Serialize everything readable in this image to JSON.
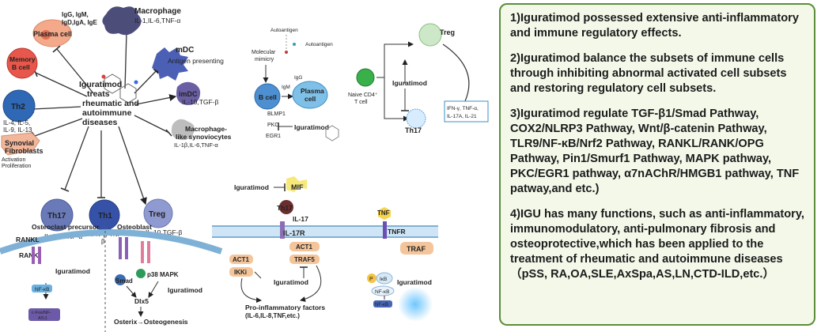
{
  "panel_a": {
    "center": [
      "Iguratimod",
      "treats",
      "rheumatic and",
      "autoimmune",
      "diseases"
    ],
    "plasma_ig": [
      "IgG, IgM,",
      "IgD,IgA, IgE"
    ],
    "plasma_cell": "Plasma cell",
    "memory_b": [
      "Memory",
      "B cell"
    ],
    "th2": "Th2",
    "th2_cytokines": [
      "IL-4, IL-5,",
      "IL-9, IL-13"
    ],
    "synovial": [
      "Synovial",
      "Fibroblasts"
    ],
    "synovial_effects": [
      "Activation",
      "Proliferation"
    ],
    "th17": "Th17",
    "th17_cytokines": "IL-17, TNF-α",
    "th1": "Th1",
    "th1_cytokines": [
      "IFN-γ, TNF-",
      "β"
    ],
    "treg": "Treg",
    "treg_cytokines": "IL-10,TGF-β",
    "macrophage": "Macrophage",
    "macrophage_cytokines": "IL-1,IL-6,TNF-α",
    "mdc": "mDC",
    "mdc_function": "Antigen presenting",
    "imdc": "imDC",
    "imdc_cytokines": "IL-10,TGF-β",
    "synoviocytes": [
      "Macrophage-",
      "like synoviocytes"
    ],
    "synoviocytes_cytokines": "IL-1β,IL-6,TNF-α"
  },
  "panel_b": {
    "autoantigen_left": "Autoantigen",
    "autoantigen_right": "Autoantigen",
    "molecular_mimicry": [
      "Molecular",
      "mimicry"
    ],
    "igm": "IgM",
    "igg": "IgG",
    "b_cell": "B cell",
    "plasma_cell": [
      "Plasma",
      "cell"
    ],
    "blmp1": "BLMP1",
    "pkc": "PKC",
    "egr1": "EGR1",
    "drug": "Iguratimod"
  },
  "panel_c": {
    "naive": [
      "Naive CD4⁺",
      "T cell"
    ],
    "treg": "Treg",
    "drug": "Iguratimod",
    "th17": "Th17",
    "cytokines": [
      "IFN-γ, TNF-α,",
      "IL-17A, IL-21"
    ]
  },
  "panel_d": {
    "osteoclast_precursor": "Osteoclast precursor",
    "rankl": "RANKL",
    "rank": "RANK",
    "drug_left": "Iguratimod",
    "nfkb": "NF-κB",
    "nfatc1": [
      "c-Fos/NF-",
      "ATc1"
    ],
    "osteoblast": "Osteoblast",
    "smad": "Smad",
    "p38": "p38 MAPK",
    "drug_right": "Iguratimod",
    "dlx5": "Dlx5",
    "osteogenesis": "Osterix→Osteogenesis"
  },
  "panel_e": {
    "drug_mif": "Iguratimod",
    "mif": "MIF",
    "th17": "Th17",
    "il17": "IL-17",
    "il17r": "IL-17R",
    "act1_left": "ACT1",
    "ikki": "IKKi",
    "act1_right": "ACT1",
    "traf5": "TRAF5",
    "drug_center": "Iguratimod",
    "tnf": "TNF",
    "tnfr": "TNFR",
    "traf": "TRAF",
    "p": "P",
    "ikb": "IκB",
    "nfkb": "NF-κB",
    "nfkb2": "NF-κB",
    "drug_right": "Iguratimod",
    "factors": [
      "Pro-inflammatory factors",
      "(IL-6,IL-8,TNF,etc.)"
    ]
  },
  "summary": [
    "1)Iguratimod possessed extensive anti-inflammatory and immune regulatory effects.",
    "2)Iguratimod balance the subsets of immune cells through inhibiting abnormal activated cell subsets and restoring regulatory cell subsets.",
    "3)Iguratimod regulate TGF-β1/Smad Pathway, COX2/NLRP3 Pathway, Wnt/β-catenin Pathway, TLR9/NF-κB/Nrf2 Pathway, RANKL/RANK/OPG Pathway, Pin1/Smurf1 Pathway, MAPK pathway, PKC/EGR1 pathway, α7nAChR/HMGB1 pathway, TNF patway,and etc.)",
    "4)IGU has many functions, such as anti-inflammatory, immunomodulatory, anti-pulmonary fibrosis and osteoprotective,which has been applied to the treatment of rheumatic and autoimmune diseases（pSS, RA,OA,SLE,AxSpa,AS,LN,CTD-ILD,etc.）"
  ],
  "colors": {
    "summary_border": "#5b8d3a",
    "summary_fill": "#f3f8e9",
    "membrane": "#7fb1d6",
    "plasma": "#f3a98a",
    "memory_b": "#e8574b",
    "th2": "#2f68b5",
    "th17": "#6a79b8",
    "th1": "#3652a8",
    "treg": "#8f9ad0",
    "macrophage": "#4d4d7a",
    "mdc": "#4b5fb5",
    "imdc": "#6a5fa3",
    "synoviocyte": "#bdbdbd",
    "fibroblast": "#f2b79a"
  }
}
